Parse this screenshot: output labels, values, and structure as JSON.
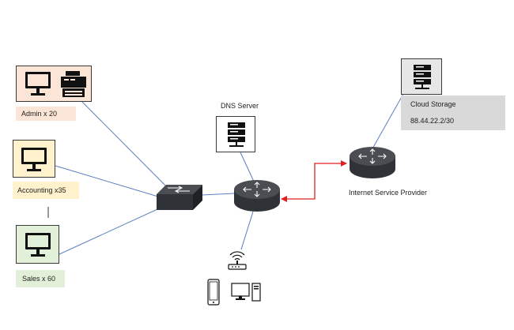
{
  "colors": {
    "link": "#5b7fc0",
    "internet_link": "#e02020",
    "admin_bg": "#fbe5d6",
    "accounting_bg": "#fff2cc",
    "sales_bg": "#e2f0d9",
    "cloud_label_bg": "#d9d9d9"
  },
  "nodes": {
    "admin": {
      "label": "Admin x 20",
      "icons": [
        "desktop-icon",
        "printer-icon"
      ]
    },
    "accounting": {
      "label": "Accounting x35",
      "icons": [
        "desktop-icon"
      ]
    },
    "sales": {
      "label": "Sales x 60",
      "icons": [
        "desktop-icon"
      ]
    },
    "dns": {
      "label": "DNS Server",
      "icons": [
        "server-icon"
      ]
    },
    "cloud": {
      "label": "Cloud Storage",
      "address": "88.44.22.2/30",
      "icons": [
        "server-icon"
      ]
    },
    "isp": {
      "label": "Internet Service Provider",
      "icons": [
        "router-icon"
      ]
    },
    "switch": {
      "icons": [
        "switch-icon"
      ]
    },
    "router": {
      "icons": [
        "router-icon"
      ]
    },
    "wireless": {
      "icons": [
        "wireless-access-point-icon",
        "mobile-phone-icon",
        "desktop-tower-icon"
      ]
    }
  }
}
